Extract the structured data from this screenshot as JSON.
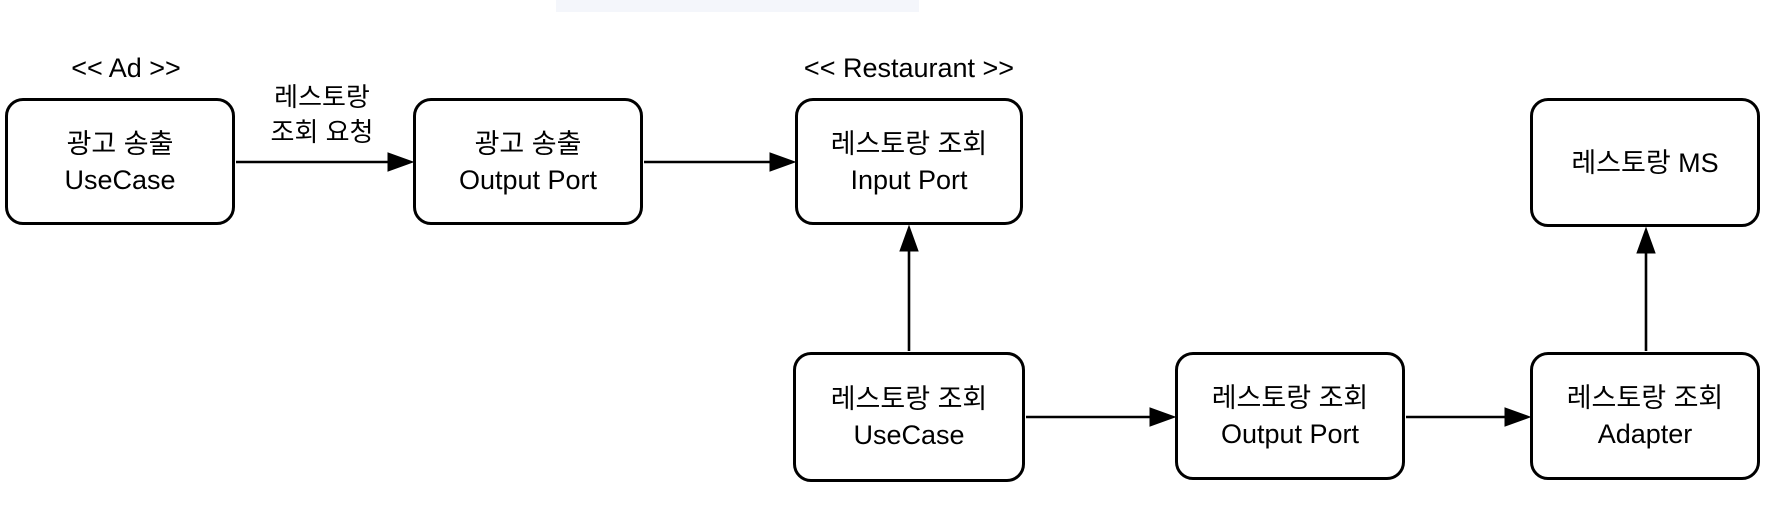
{
  "diagram": {
    "background": "#ffffff",
    "stroke_color": "#000000",
    "text_color": "#000000",
    "node_fill": "#ffffff",
    "top_band_color": "#f4f6fb",
    "stereotypes": {
      "ad": "<< Ad >>",
      "restaurant": "<< Restaurant >>"
    },
    "nodes": {
      "ad_usecase": {
        "line1": "광고 송출",
        "line2": "UseCase"
      },
      "ad_output_port": {
        "line1": "광고 송출",
        "line2": "Output Port"
      },
      "restaurant_input_port": {
        "line1": "레스토랑 조회",
        "line2": "Input Port"
      },
      "restaurant_ms": {
        "line1": "레스토랑 MS",
        "line2": ""
      },
      "restaurant_usecase": {
        "line1": "레스토랑 조회",
        "line2": "UseCase"
      },
      "restaurant_output_port": {
        "line1": "레스토랑 조회",
        "line2": "Output Port"
      },
      "restaurant_adapter": {
        "line1": "레스토랑 조회",
        "line2": "Adapter"
      }
    },
    "edge_labels": {
      "restaurant_lookup_request": {
        "line1": "레스토랑",
        "line2": "조회 요청"
      }
    },
    "edges": [
      {
        "from": "ad_usecase",
        "to": "ad_output_port",
        "direction": "right"
      },
      {
        "from": "ad_output_port",
        "to": "restaurant_input_port",
        "direction": "right"
      },
      {
        "from": "restaurant_usecase",
        "to": "restaurant_input_port",
        "direction": "up"
      },
      {
        "from": "restaurant_usecase",
        "to": "restaurant_output_port",
        "direction": "right"
      },
      {
        "from": "restaurant_output_port",
        "to": "restaurant_adapter",
        "direction": "right"
      },
      {
        "from": "restaurant_adapter",
        "to": "restaurant_ms",
        "direction": "up"
      }
    ]
  }
}
